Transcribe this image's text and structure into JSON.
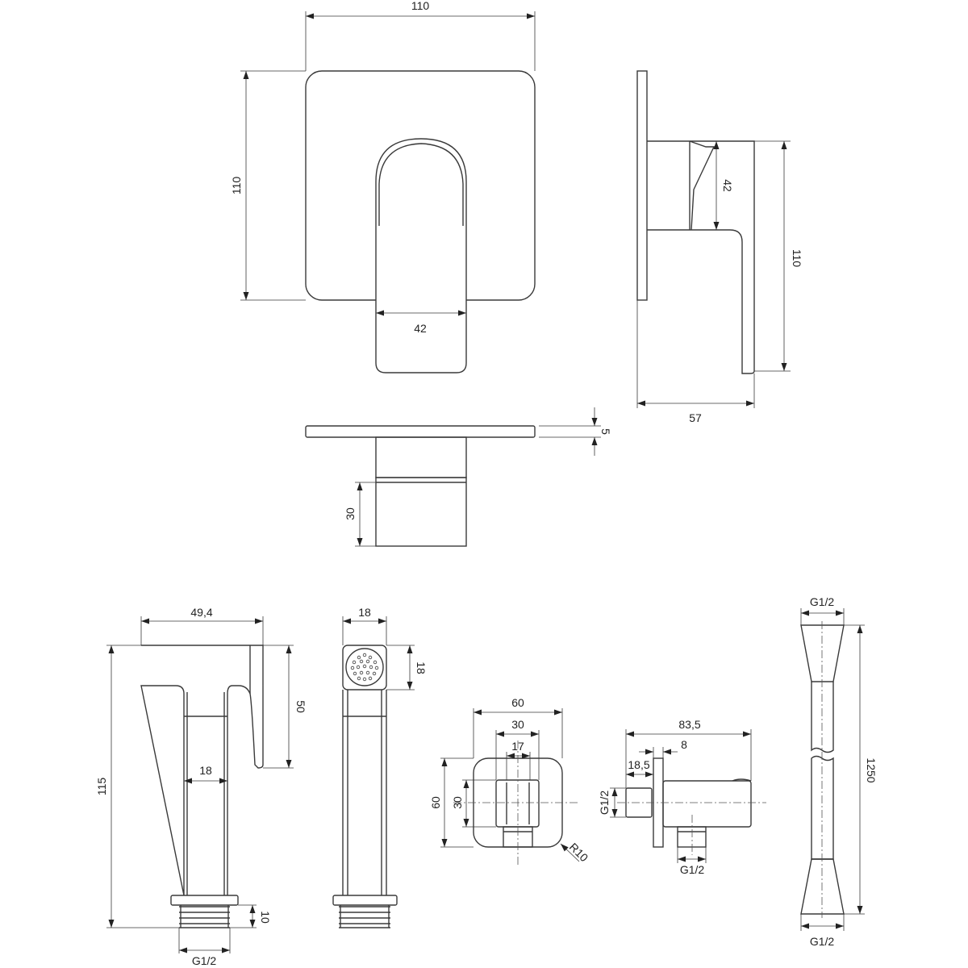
{
  "mixer": {
    "front": {
      "width": "110",
      "height": "110",
      "handle_width": "42"
    },
    "side": {
      "handle_height": "42",
      "height": "110",
      "depth": "57"
    },
    "plan": {
      "plate_thickness": "5",
      "body_depth": "30"
    }
  },
  "sprayer": {
    "front": {
      "head_length": "49,4",
      "total_height": "115",
      "pipe_width": "18",
      "lever_height": "50",
      "thread_length": "10",
      "thread": "G1/2"
    },
    "side": {
      "head_width": "18",
      "head_height": "18"
    }
  },
  "wall_elbow": {
    "front": {
      "width": "60",
      "inner_width": "30",
      "outlet_width": "17",
      "height": "60",
      "inner_height": "30",
      "radius": "R10"
    },
    "side": {
      "depth": "83,5",
      "flange": "8",
      "nipple_length": "18,5",
      "inlet_thread": "G1/2",
      "outlet_thread": "G1/2"
    }
  },
  "hose": {
    "top_thread": "G1/2",
    "length": "1250",
    "bottom_thread": "G1/2"
  }
}
